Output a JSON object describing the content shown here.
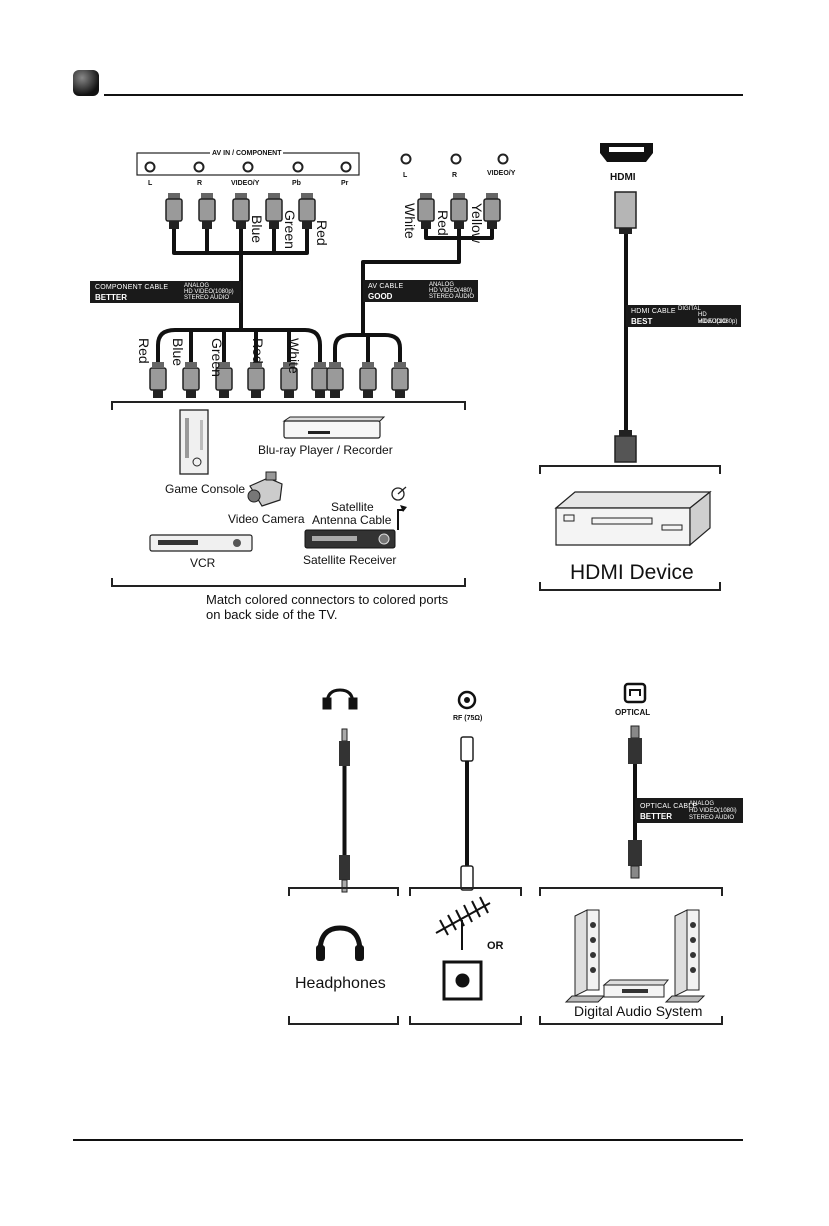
{
  "header": {
    "rule_color": "#111111"
  },
  "component_panel": {
    "title": "AV IN / COMPONENT",
    "ports": [
      "L",
      "R",
      "VIDEO/Y",
      "Pb",
      "Pr"
    ]
  },
  "av_ports": [
    "L",
    "R",
    "VIDEO/Y"
  ],
  "hdmi_port_label": "HDMI",
  "top_plug_labels": {
    "component": [
      "Blue",
      "Green",
      "Red"
    ],
    "av": [
      "White",
      "Red",
      "Yellow"
    ]
  },
  "component_cable": {
    "name": "COMPONENT CABLE",
    "grade": "BETTER",
    "specs": [
      "ANALOG",
      "HD VIDEO(1080p)",
      "STEREO AUDIO"
    ]
  },
  "av_cable": {
    "name": "AV CABLE",
    "grade": "GOOD",
    "specs": [
      "ANALOG",
      "HD VIDEO(480)",
      "STEREO AUDIO"
    ]
  },
  "hdmi_cable": {
    "name": "HDMI CABLE",
    "grade": "BEST",
    "specs": [
      "DIGITAL",
      "HD VIDEO(1080p)",
      "HD AUDIO"
    ]
  },
  "bottom_plug_labels": [
    "Red",
    "Blue",
    "Green",
    "Red",
    "White"
  ],
  "devices": {
    "bluray": "Blu-ray Player / Recorder",
    "game_console": "Game Console",
    "video_camera": "Video Camera",
    "satellite_cable": [
      "Satellite",
      "Antenna Cable"
    ],
    "vcr": "VCR",
    "satellite_receiver": "Satellite Receiver",
    "hdmi_device": "HDMI Device"
  },
  "match_note": [
    "Match colored connectors to colored ports",
    "on back side of the TV."
  ],
  "lower_ports": {
    "rf": "RF (75Ω)",
    "optical": "OPTICAL"
  },
  "optical_cable": {
    "name": "OPTICAL CABLE",
    "grade": "BETTER",
    "specs": [
      "ANALOG",
      "HD VIDEO(1080i)",
      "STEREO AUDIO"
    ]
  },
  "lower_devices": {
    "headphones": "Headphones",
    "or": "OR",
    "audio_system": "Digital Audio System"
  },
  "colors": {
    "ink": "#111111",
    "plug_gray": "#9a9a9a",
    "badge": "#1a1a1a"
  },
  "icons": [
    "headphone-icon",
    "rf-jack-icon",
    "optical-port-icon",
    "antenna-icon",
    "satellite-dish-icon"
  ]
}
